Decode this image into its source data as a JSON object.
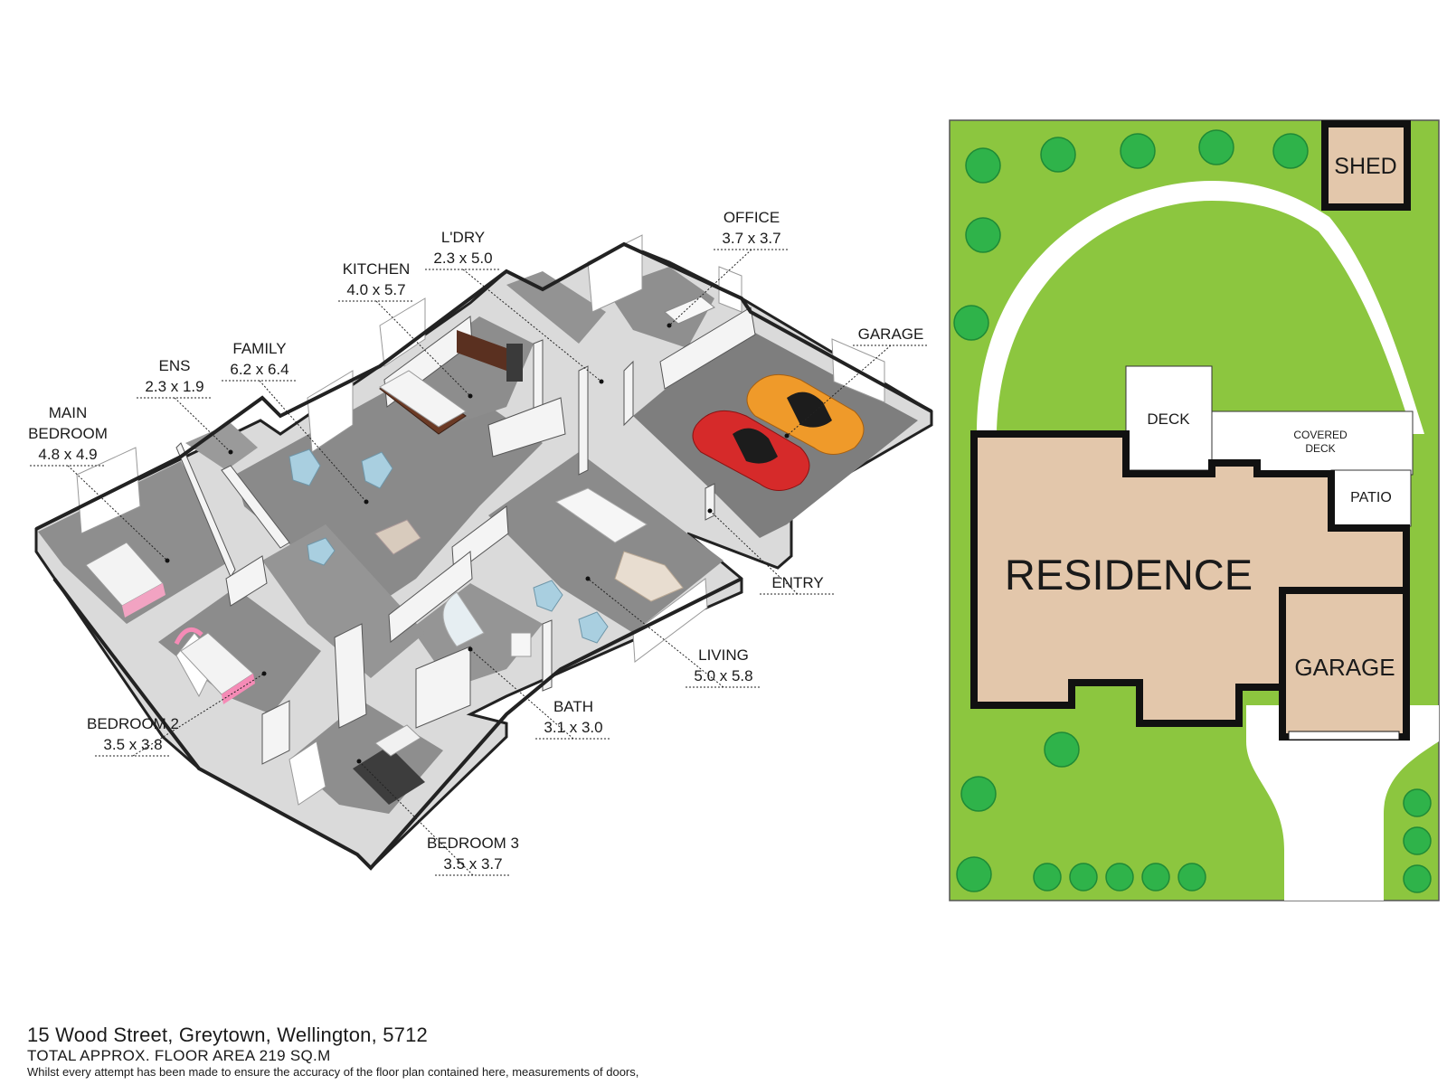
{
  "rooms": [
    {
      "name": "MAIN\nBEDROOM",
      "dims": "4.8 x 4.9"
    },
    {
      "name": "ENS",
      "dims": "2.3 x 1.9"
    },
    {
      "name": "FAMILY",
      "dims": "6.2 x 6.4"
    },
    {
      "name": "KITCHEN",
      "dims": "4.0 x 5.7"
    },
    {
      "name": "L'DRY",
      "dims": "2.3 x 5.0"
    },
    {
      "name": "OFFICE",
      "dims": "3.7 x 3.7"
    },
    {
      "name": "GARAGE",
      "dims": ""
    },
    {
      "name": "ENTRY",
      "dims": ""
    },
    {
      "name": "LIVING",
      "dims": "5.0 x 5.8"
    },
    {
      "name": "BATH",
      "dims": "3.1 x 3.0"
    },
    {
      "name": "BEDROOM 2",
      "dims": "3.5 x 3.8"
    },
    {
      "name": "BEDROOM 3",
      "dims": "3.5 x 3.7"
    }
  ],
  "site_plan": {
    "shed": "SHED",
    "deck": "DECK",
    "covered_deck": "COVERED\nDECK",
    "patio": "PATIO",
    "residence": "RESIDENCE",
    "garage": "GARAGE"
  },
  "footer": {
    "address": "15 Wood Street, Greytown, Wellington, 5712",
    "total_area": "TOTAL APPROX. FLOOR AREA 219 SQ.M",
    "disclaimer": "Whilst every attempt has been made to ensure the accuracy of the floor plan contained here, measurements of doors,"
  },
  "colors": {
    "lawn": "#8cc63f",
    "tree": "#2fb34a",
    "building": "#e3c7ab",
    "floor": "#8a8a8a",
    "wall": "#f2f2f2",
    "car_red": "#d62a2a",
    "car_orange": "#ef9a2a"
  },
  "icons": {
    "top_right": "search-icon"
  }
}
